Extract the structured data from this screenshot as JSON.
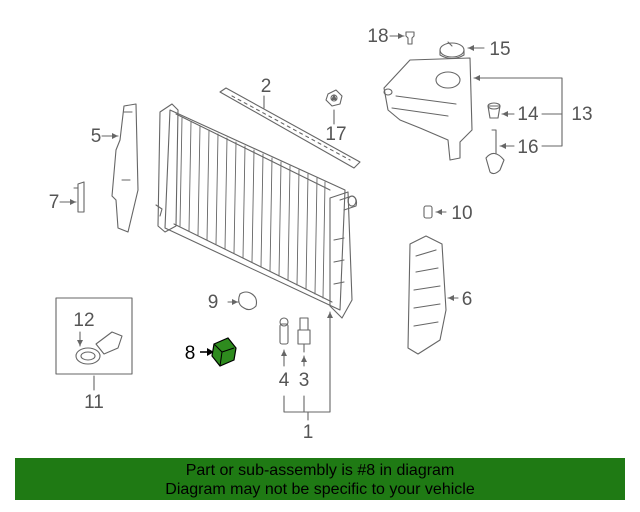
{
  "callouts": {
    "c1": "1",
    "c2": "2",
    "c3": "3",
    "c4": "4",
    "c5": "5",
    "c6": "6",
    "c7": "7",
    "c8": "8",
    "c9": "9",
    "c10": "10",
    "c11": "11",
    "c12": "12",
    "c13": "13",
    "c14": "14",
    "c15": "15",
    "c16": "16",
    "c17": "17",
    "c18": "18"
  },
  "banner": {
    "line1": "Part or sub-assembly is #8 in diagram",
    "line2": "Diagram may not be specific to your vehicle"
  },
  "colors": {
    "highlight_part": "#2e8b1e",
    "banner_bg": "#1f7a14",
    "line": "#666666"
  }
}
